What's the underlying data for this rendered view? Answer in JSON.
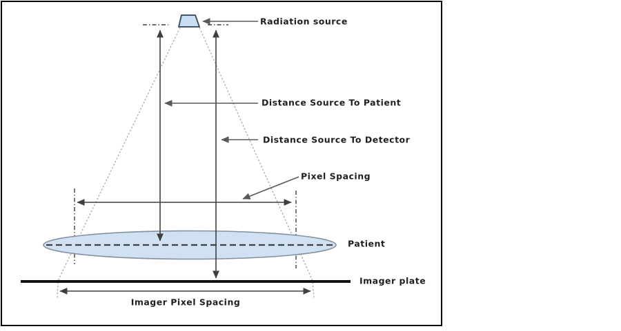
{
  "diagram": {
    "title": "radiation-geometry-diagram",
    "labels": {
      "radiation_source": "Radiation source",
      "distance_source_to_patient": "Distance Source To Patient",
      "distance_source_to_detector": "Distance Source To Detector",
      "pixel_spacing": "Pixel Spacing",
      "patient": "Patient",
      "imager_plate": "Imager plate",
      "imager_pixel_spacing": "Imager Pixel Spacing"
    },
    "colors": {
      "source_fill": "#c9def2",
      "source_stroke": "#44546a",
      "patient_fill": "#cfe1f2",
      "patient_stroke": "#82909e",
      "line_dark": "#3f3f3f",
      "line_gray": "#595959",
      "cone_dotted": "#a8a8a8",
      "plate_black": "#111111",
      "text": "#1f1f1f",
      "border": "#000000"
    }
  }
}
